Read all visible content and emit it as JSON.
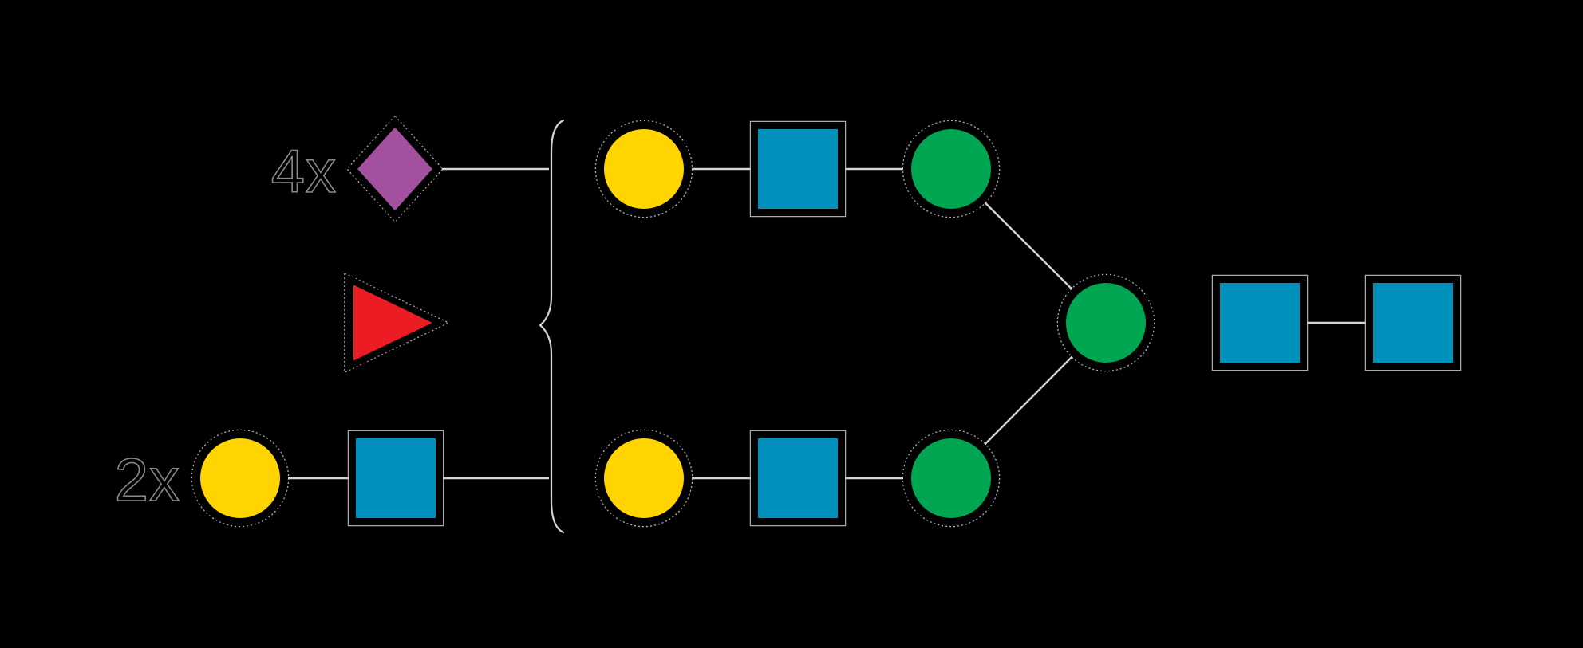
{
  "figure": {
    "labels": {
      "top_multiplier": "4x",
      "bottom_multiplier": "2x"
    },
    "colors": {
      "yellow": "#FFD400",
      "blue": "#0090BC",
      "green": "#00A651",
      "purple": "#A3509E",
      "red": "#ED1C24",
      "outline": "#000000",
      "line": "#D4D4D4",
      "halo": "#BDBDBD",
      "label_fill": "#000000",
      "label_outline": "#8A8A8A",
      "background": "#000000"
    },
    "structure": {
      "left_items": [
        {
          "icon": "purple-diamond-icon",
          "multiplier": "4x"
        },
        {
          "icon": "red-triangle-icon"
        },
        {
          "icon": "yellow-circle-icon blue-square-icon",
          "multiplier": "2x"
        }
      ],
      "brace": "curly-brace",
      "braced_branches": [
        [
          "yellow-circle-icon",
          "blue-square-icon",
          "green-circle-icon"
        ],
        [
          "yellow-circle-icon",
          "blue-square-icon",
          "green-circle-icon"
        ]
      ],
      "core_chain": [
        "green-circle-icon",
        "blue-square-icon",
        "blue-square-icon"
      ]
    }
  }
}
